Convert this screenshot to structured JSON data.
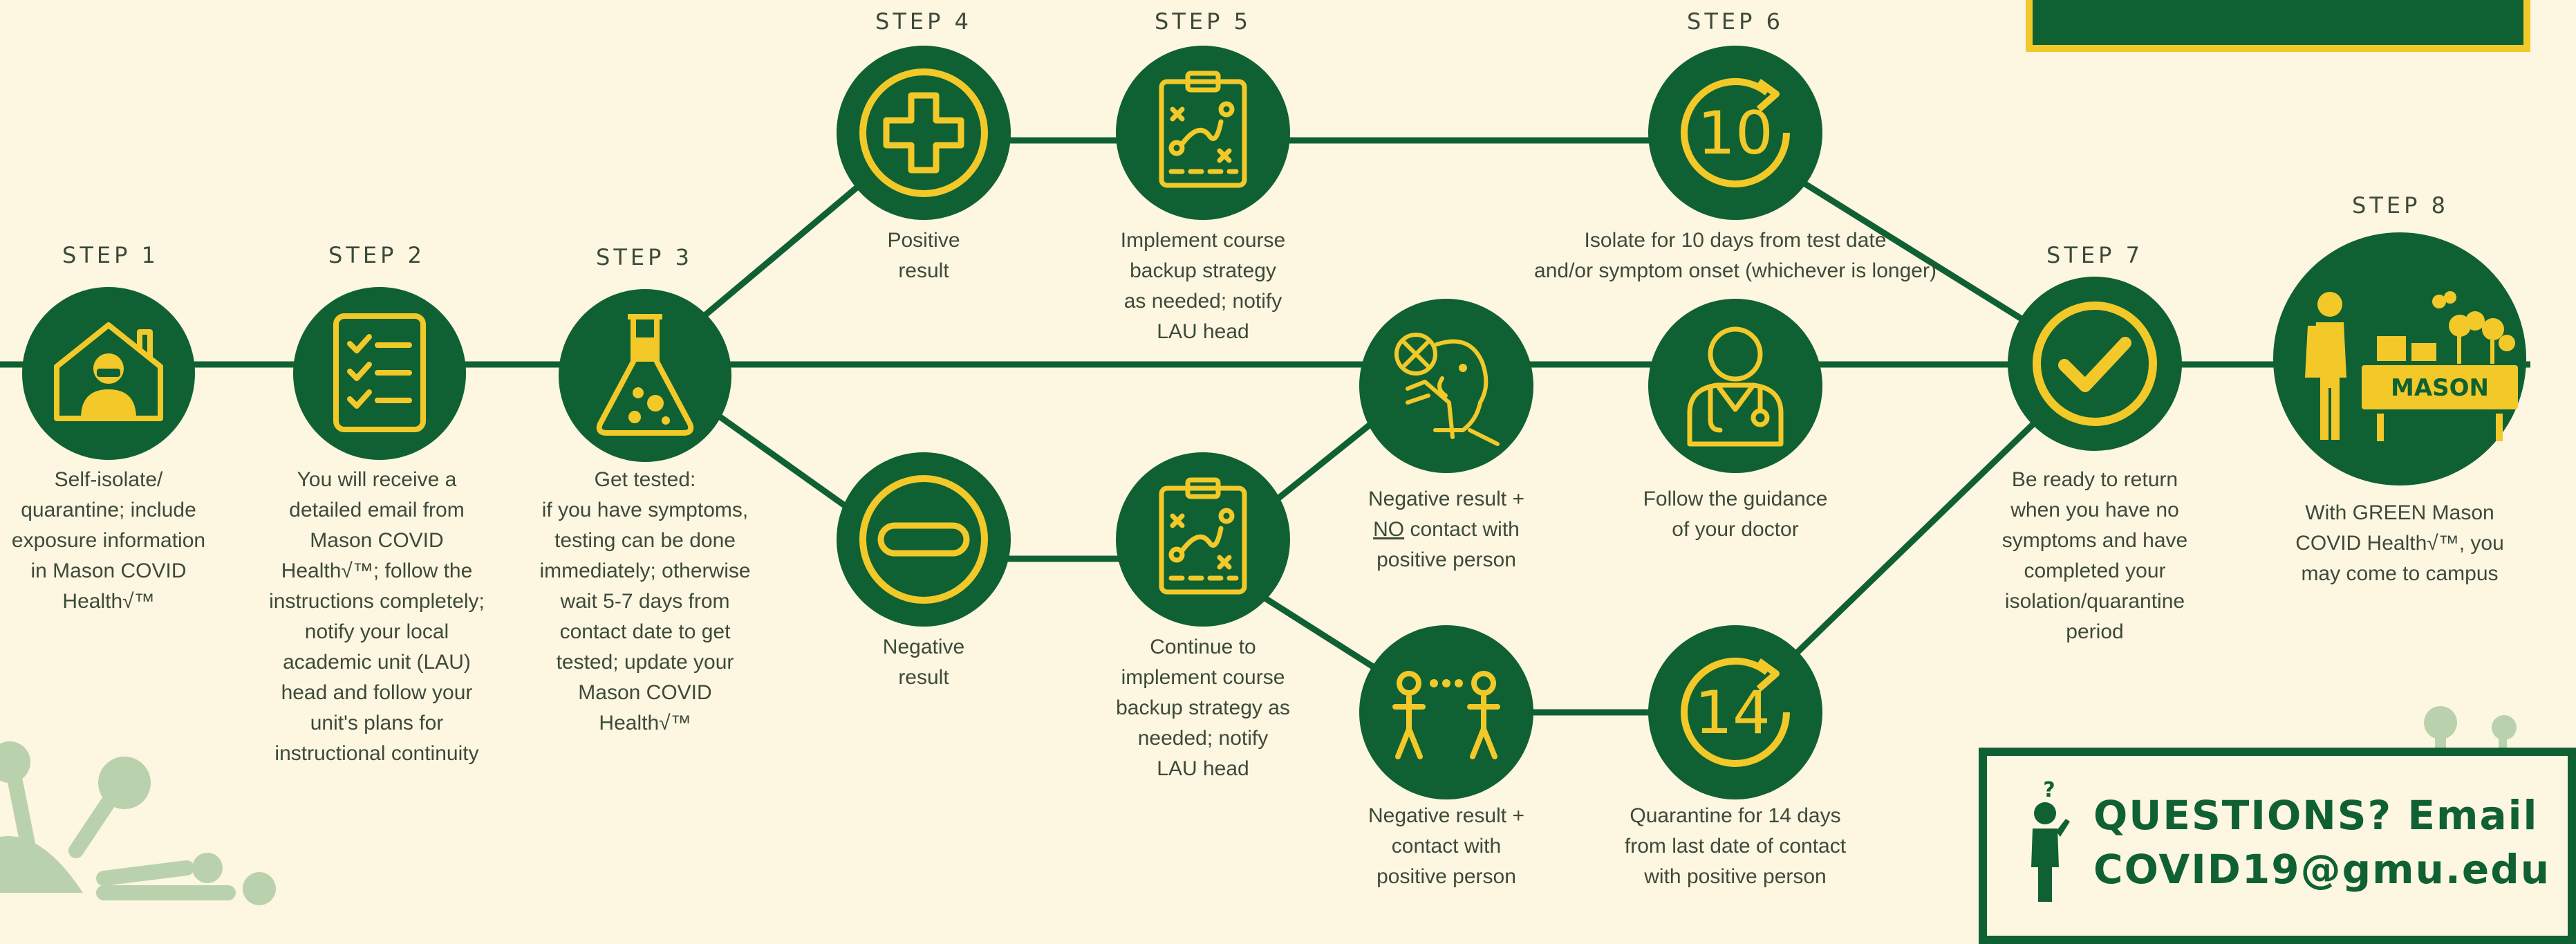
{
  "steps": {
    "s1": {
      "label": "STEP 1",
      "text": "Self-isolate/\nquarantine; include\nexposure information\nin Mason COVID\nHealth√™"
    },
    "s2": {
      "label": "STEP 2",
      "text": "You will receive a\ndetailed email from\nMason COVID\nHealth√™; follow the\ninstructions completely;\nnotify your local\nacademic unit (LAU)\nhead and follow your\nunit's plans for\ninstructional continuity"
    },
    "s3": {
      "label": "STEP 3",
      "text": "Get tested:\nif you have symptoms,\ntesting can be done\nimmediately; otherwise\nwait 5-7 days from\ncontact date to get\ntested; update your\nMason COVID\nHealth√™"
    },
    "s4": {
      "label": "STEP 4",
      "positive": "Positive\nresult",
      "negative": "Negative\nresult"
    },
    "s5": {
      "label": "STEP 5",
      "positive": "Implement course\nbackup strategy\nas needed; notify\nLAU head",
      "negative": "Continue to\nimplement course\nbackup strategy as\nneeded; notify\nLAU head"
    },
    "branch": {
      "no_contact_pre": "Negative result +",
      "no_contact_no": "NO",
      "no_contact_post": " contact with\npositive person",
      "contact": "Negative result +\ncontact with\npositive person"
    },
    "s6": {
      "label": "STEP 6",
      "isolate": "Isolate for 10 days from test date\nand/or symptom onset (whichever is longer)",
      "doctor": "Follow the guidance\nof your doctor",
      "quarantine": "Quarantine for 14 days\nfrom last date of contact\nwith positive person",
      "ten": "10",
      "fourteen": "14"
    },
    "s7": {
      "label": "STEP 7",
      "text": "Be ready to return\nwhen you have no\nsymptoms and have\ncompleted your\nisolation/quarantine\nperiod"
    },
    "s8": {
      "label": "STEP 8",
      "text": "With GREEN Mason\nCOVID Health√™, you\nmay come to campus",
      "sign": "MASON"
    }
  },
  "questions": {
    "text": "QUESTIONS? Email\nCOVID19@gmu.edu",
    "mark": "?"
  },
  "colors": {
    "green": "#0f6133",
    "yellow": "#f3c929",
    "cream": "#fdf6e1",
    "text": "#3d4a3a",
    "virus": "#b9d2ad"
  },
  "icons": [
    "house-person-icon",
    "checklist-icon",
    "flask-icon",
    "plus-icon",
    "minus-icon",
    "strategy-board-icon",
    "ten-day-cycle-icon",
    "no-touch-face-icon",
    "doctor-icon",
    "contact-people-icon",
    "fourteen-day-cycle-icon",
    "checkmark-icon",
    "campus-person-icon",
    "thinking-person-icon",
    "virus-icon"
  ]
}
